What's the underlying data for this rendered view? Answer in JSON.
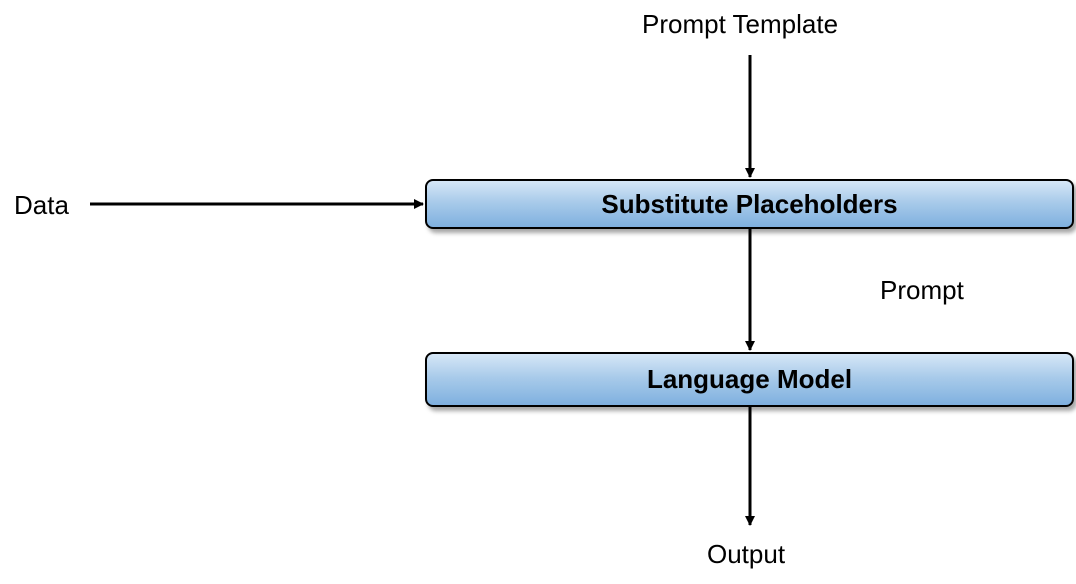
{
  "nodes": {
    "prompt_template": "Prompt Template",
    "data": "Data",
    "substitute_placeholders": "Substitute Placeholders",
    "prompt": "Prompt",
    "language_model": "Language Model",
    "output": "Output"
  },
  "edges": [
    {
      "from": "prompt_template",
      "to": "substitute_placeholders"
    },
    {
      "from": "data",
      "to": "substitute_placeholders"
    },
    {
      "from": "substitute_placeholders",
      "to": "language_model"
    },
    {
      "from": "language_model",
      "to": "output"
    }
  ],
  "colors": {
    "box_top": "#d6e7f7",
    "box_bottom": "#7fb0df",
    "stroke": "#000000"
  }
}
